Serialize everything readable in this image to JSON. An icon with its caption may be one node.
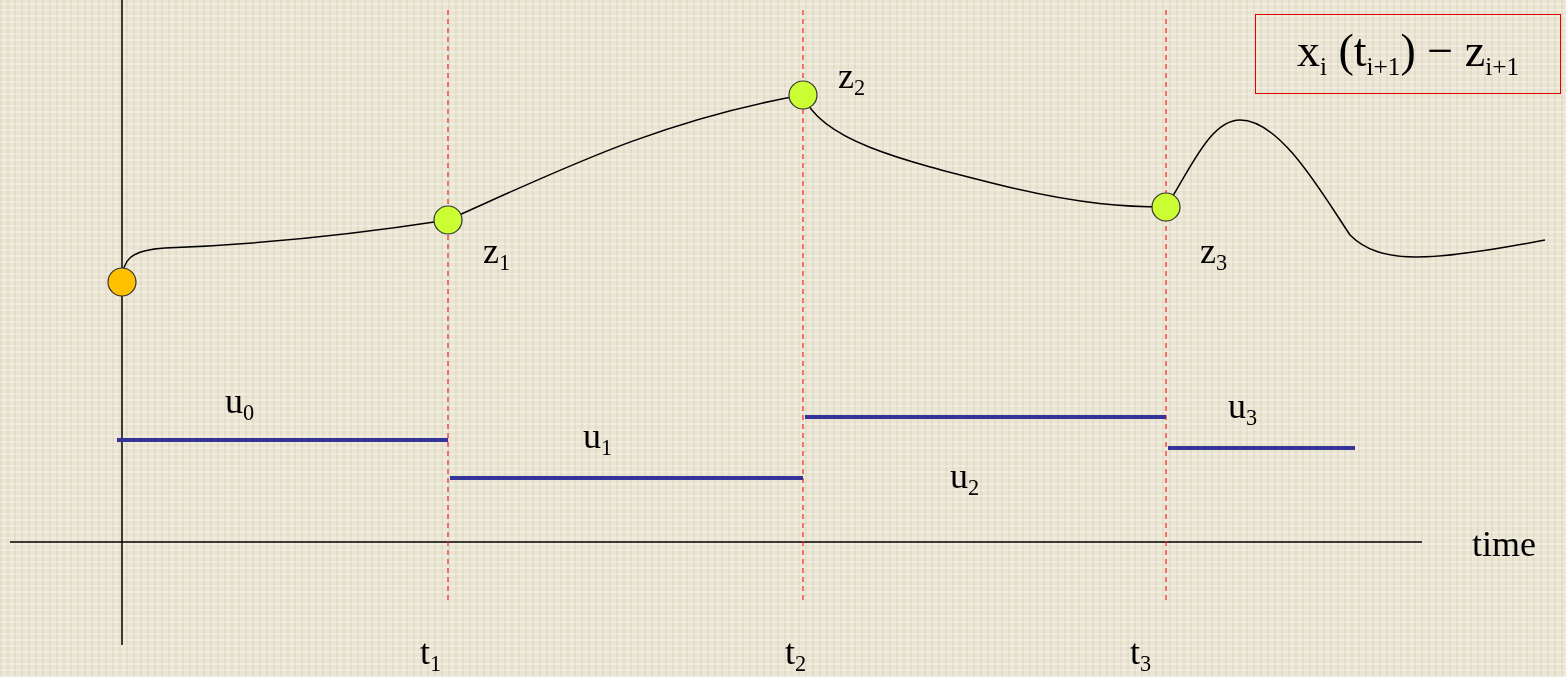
{
  "diagram": {
    "nodes": [
      {
        "text": [
          "x$_{i}$ (t$_{i+1}$) − z$_{i+1}$"
        ]
      }
    ],
    "labels": [
      "z$_{2}$",
      "z$_{1}$",
      "z$_{3}$",
      "u$_{0}$",
      "u$_{1}$",
      "u$_{3}$",
      "u$_{2}$",
      "time",
      "t$_{1}$",
      "t$_{2}$",
      "t$_{3}$"
    ]
  }
}
